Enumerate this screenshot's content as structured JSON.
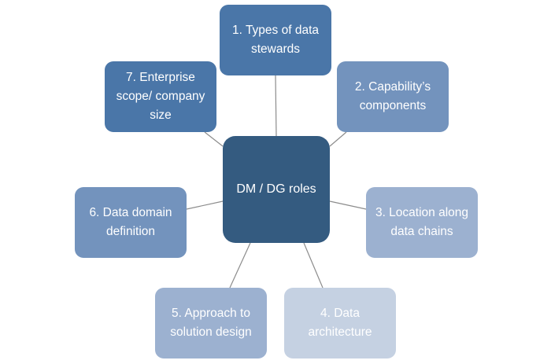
{
  "center": {
    "label": "DM / DG roles",
    "color": "#345b80"
  },
  "nodes": [
    {
      "label": "1. Types of data stewards",
      "color": "#4a76a8"
    },
    {
      "label": "2. Capability’s components",
      "color": "#7393bd"
    },
    {
      "label": "3. Location along data chains",
      "color": "#9cb1d0"
    },
    {
      "label": "4. Data architecture",
      "color": "#c5d1e2"
    },
    {
      "label": "5. Approach to solution design",
      "color": "#9cb1d0"
    },
    {
      "label": "6. Data domain definition",
      "color": "#7393bd"
    },
    {
      "label": "7. Enterprise scope/ company size",
      "color": "#4a76a8"
    }
  ]
}
